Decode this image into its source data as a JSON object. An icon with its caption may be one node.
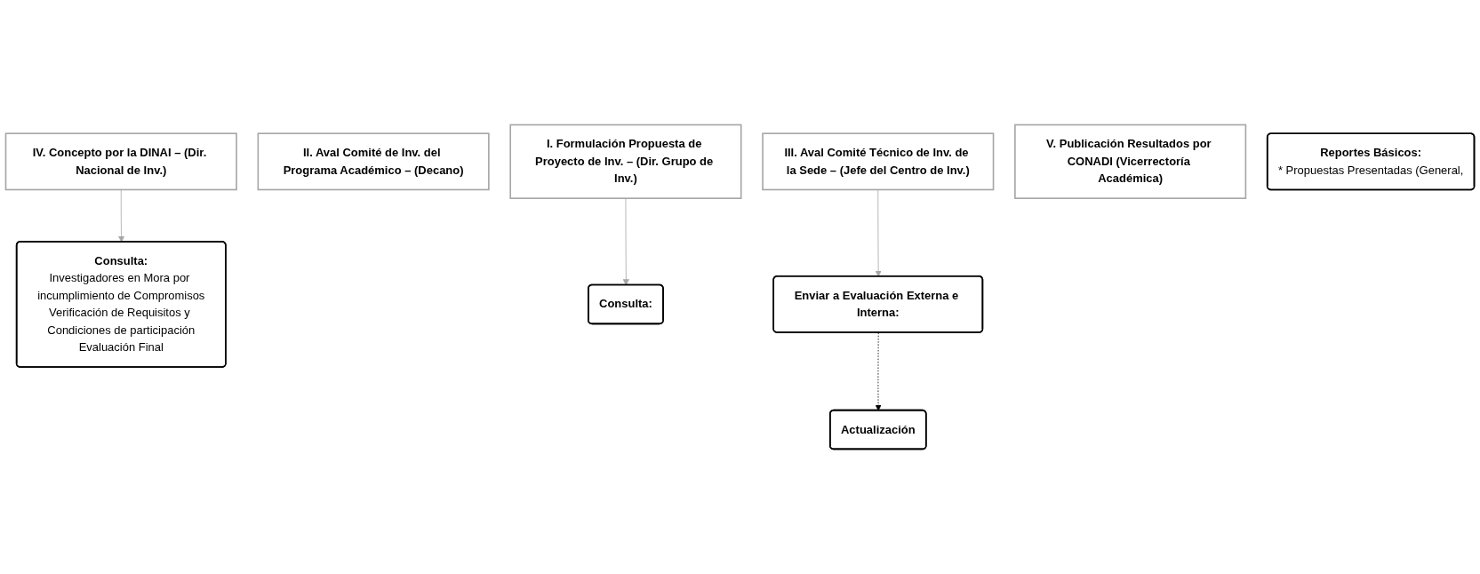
{
  "diagram": {
    "nodes": [
      {
        "text": [
          "Consulta:",
          "Investigadores en Mora por incumplimiento de Compromisos",
          "Verificación de Requisitos y Condiciones de participación",
          "Evaluación Final"
        ]
      },
      {
        "text": [
          "I. Formulación Propuesta de Proyecto de Inv. – (Dir. Grupo de Inv.)"
        ]
      },
      {
        "text": [
          "II. Aval Comité de Inv. del Programa Académico – (Decano)"
        ]
      },
      {
        "text": [
          "III. Aval Comité Técnico de Inv. de la Sede – (Jefe del Centro de Inv.)"
        ]
      },
      {
        "text": [
          "IV. Concepto por la DINAI – (Dir. Nacional de Inv.)"
        ]
      },
      {
        "text": [
          "V. Publicación Resultados por CONADI (Vicerrectoría Académica)"
        ]
      },
      {
        "text": [
          "Consulta:"
        ]
      },
      {
        "text": [
          "Enviar a Evaluación Externa e Interna:"
        ]
      },
      {
        "text": [
          "Reportes Básicos:",
          "* Propuestas Presentadas (General,"
        ]
      },
      {
        "text": [
          "Actualización"
        ]
      }
    ],
    "edges": [
      {
        "from": 4,
        "to": 0,
        "arrow": "to"
      },
      {
        "from": 1,
        "to": 6,
        "arrow": "to"
      },
      {
        "from": 3,
        "to": 7,
        "arrow": "to"
      },
      {
        "from": 7,
        "to": 9,
        "arrow": "to",
        "style": "dashed",
        "color": "#000000"
      }
    ]
  }
}
